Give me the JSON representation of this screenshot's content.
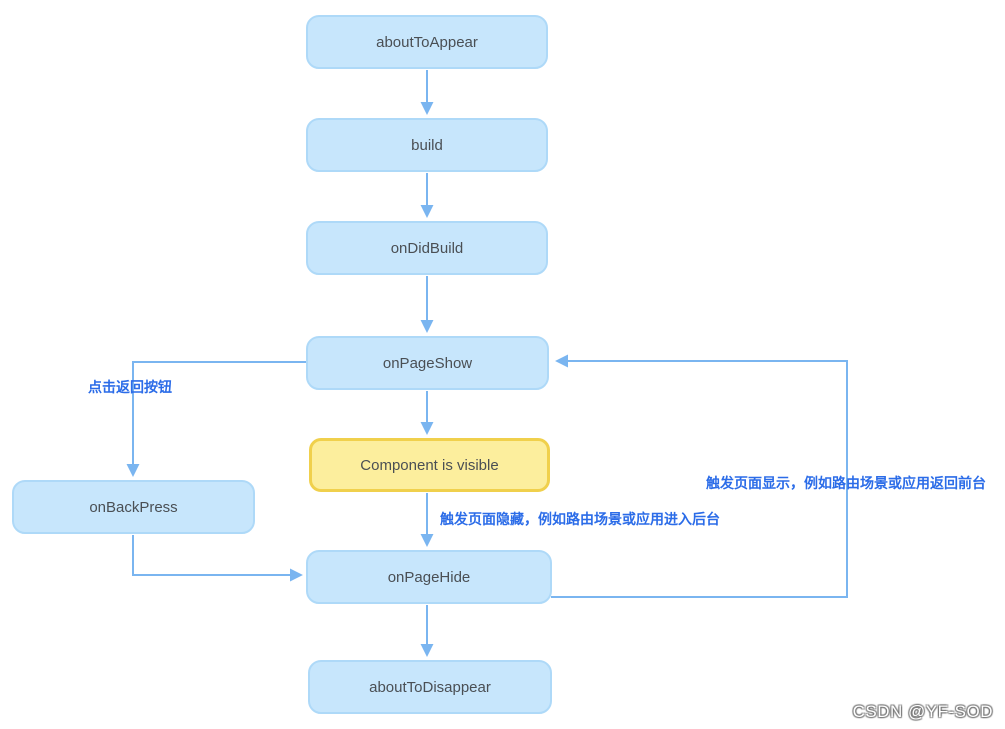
{
  "diagram": {
    "title": "Page lifecycle flowchart",
    "nodes": [
      {
        "id": "aboutToAppear",
        "label": "aboutToAppear",
        "type": "lifecycle"
      },
      {
        "id": "build",
        "label": "build",
        "type": "lifecycle"
      },
      {
        "id": "onDidBuild",
        "label": "onDidBuild",
        "type": "lifecycle"
      },
      {
        "id": "onPageShow",
        "label": "onPageShow",
        "type": "lifecycle"
      },
      {
        "id": "componentVisible",
        "label": "Component is visible",
        "type": "state"
      },
      {
        "id": "onBackPress",
        "label": "onBackPress",
        "type": "lifecycle"
      },
      {
        "id": "onPageHide",
        "label": "onPageHide",
        "type": "lifecycle"
      },
      {
        "id": "aboutToDisappear",
        "label": "aboutToDisappear",
        "type": "lifecycle"
      }
    ],
    "edges": [
      {
        "from": "aboutToAppear",
        "to": "build",
        "label": ""
      },
      {
        "from": "build",
        "to": "onDidBuild",
        "label": ""
      },
      {
        "from": "onDidBuild",
        "to": "onPageShow",
        "label": ""
      },
      {
        "from": "onPageShow",
        "to": "componentVisible",
        "label": ""
      },
      {
        "from": "componentVisible",
        "to": "onPageHide",
        "label": "触发页面隐藏，例如路由场景或应用进入后台"
      },
      {
        "from": "onPageHide",
        "to": "aboutToDisappear",
        "label": ""
      },
      {
        "from": "onPageShow",
        "to": "onBackPress",
        "label": "点击返回按钮"
      },
      {
        "from": "onBackPress",
        "to": "onPageHide",
        "label": ""
      },
      {
        "from": "onPageHide",
        "to": "onPageShow",
        "label": "触发页面显示，例如路由场景或应用返回前台"
      }
    ]
  },
  "watermark": {
    "text": "CSDN @YF-SOD"
  },
  "colors": {
    "node-fill": "#c7e6fc",
    "node-border": "#aed9f8",
    "node-text": "#4a4f54",
    "state-fill": "#fcee9d",
    "state-border": "#f0d04c",
    "connector": "#7ab5f0",
    "edge-label": "#2b6ce8",
    "watermark": "#ffffff"
  }
}
